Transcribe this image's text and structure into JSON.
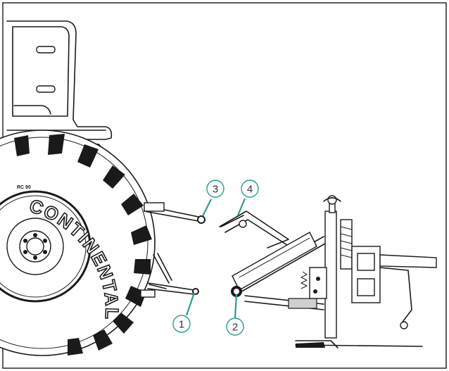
{
  "tire": {
    "brand": "CONTINENTAL",
    "size_code": "RC 90"
  },
  "callouts": [
    {
      "id": "1",
      "label": "1"
    },
    {
      "id": "2",
      "label": "2"
    },
    {
      "id": "3",
      "label": "3"
    },
    {
      "id": "4",
      "label": "4"
    }
  ],
  "colors": {
    "callout_accent": "#2a9d8f",
    "line_art": "#1a1a1a",
    "background": "#ffffff"
  }
}
